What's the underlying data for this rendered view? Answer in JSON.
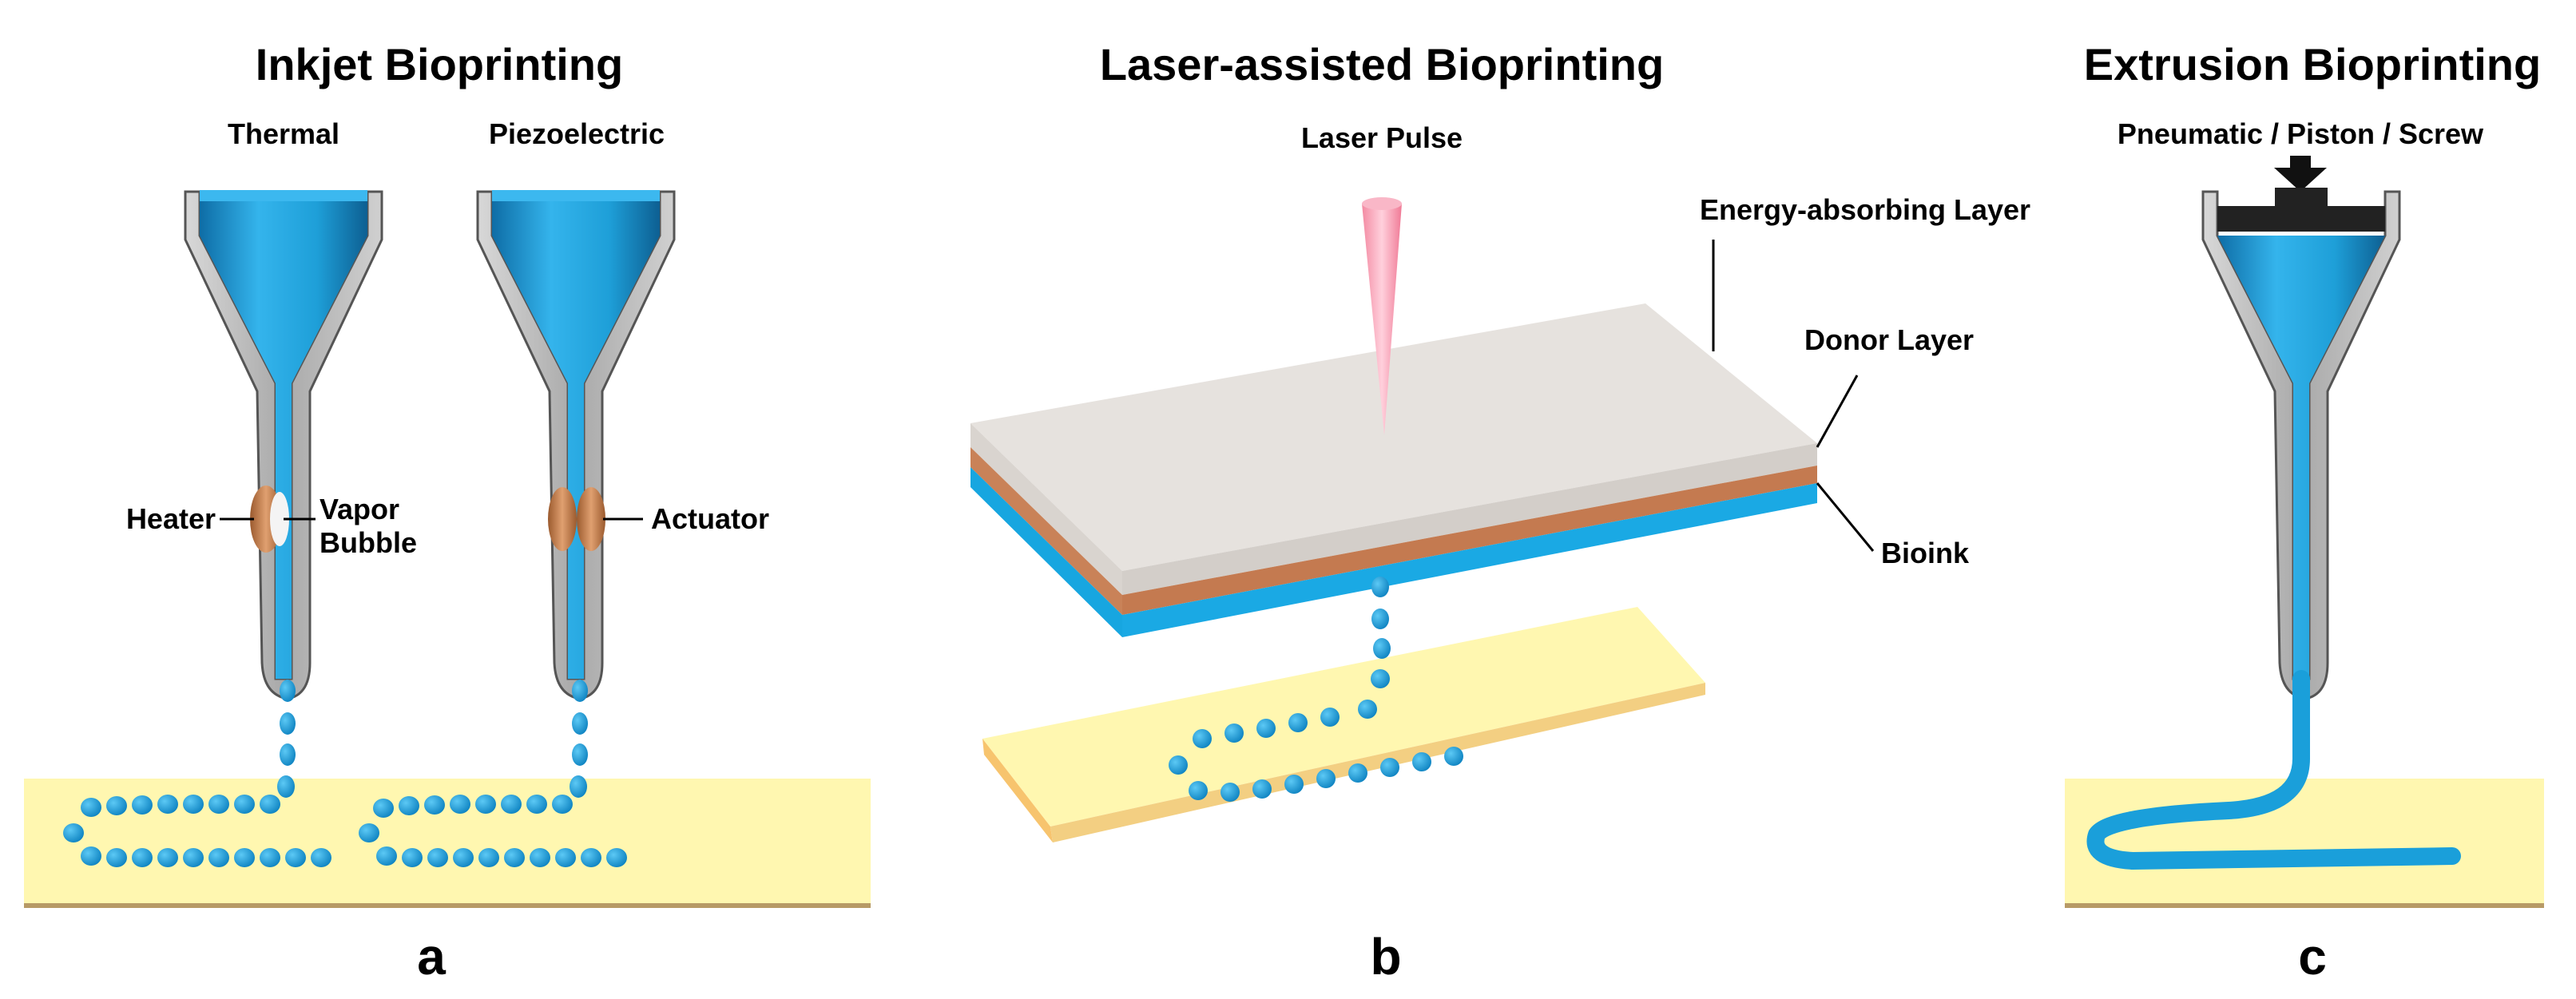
{
  "panels": {
    "a": {
      "title": "Inkjet Bioprinting",
      "letter": "a",
      "thermal": "Thermal",
      "piezo": "Piezoelectric",
      "heater": "Heater",
      "vapor_1": "Vapor",
      "vapor_2": "Bubble",
      "actuator": "Actuator"
    },
    "b": {
      "title": "Laser-assisted Bioprinting",
      "letter": "b",
      "laser": "Laser Pulse",
      "energy_layer": "Energy-absorbing Layer",
      "donor_layer": "Donor Layer",
      "bioink": "Bioink"
    },
    "c": {
      "title": "Extrusion Bioprinting",
      "letter": "c",
      "mechanism": "Pneumatic / Piston / Screw"
    }
  },
  "colors": {
    "bioink": "#1e9fd8",
    "bioink_dark": "#0d6fa8",
    "nozzle_gray": "#b5b5b5",
    "nozzle_outline": "#555555",
    "substrate": "#fff7b0",
    "substrate_edge": "#b79a66",
    "donor": "#c98258",
    "energy_top": "#e6e2de",
    "laser": "#f6a0b4"
  }
}
